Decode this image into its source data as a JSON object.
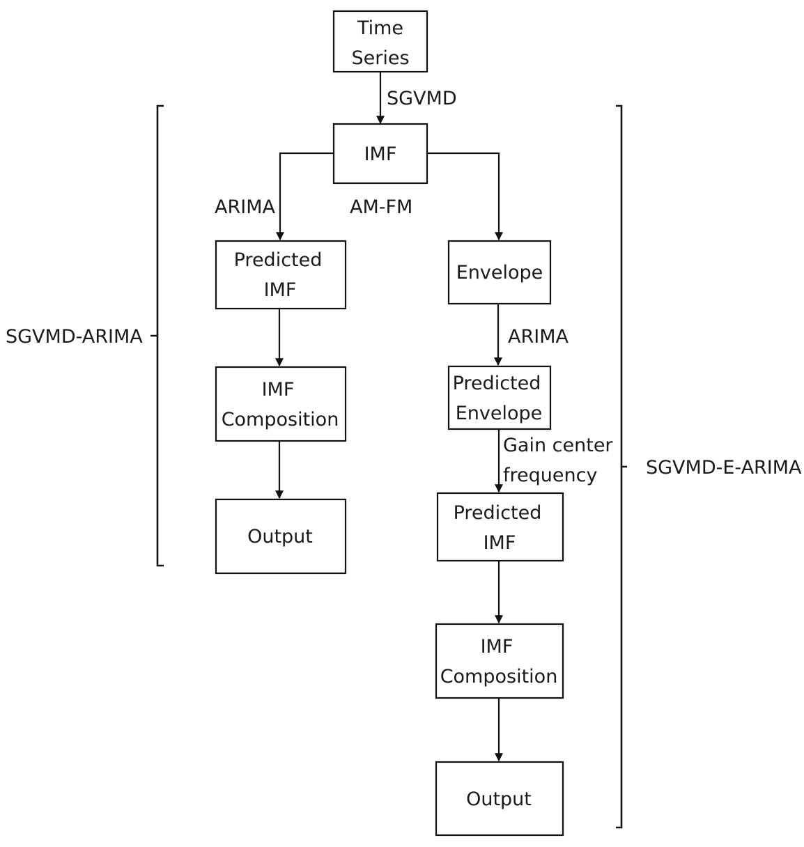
{
  "boxes": {
    "time_series": [
      "Time",
      "Series"
    ],
    "imf": [
      "IMF"
    ],
    "left_predicted_imf": [
      "Predicted",
      "IMF"
    ],
    "left_imf_composition": [
      "IMF",
      "Composition"
    ],
    "left_output": [
      "Output"
    ],
    "envelope": [
      "Envelope"
    ],
    "predicted_envelope": [
      "Predicted",
      "Envelope"
    ],
    "right_predicted_imf": [
      "Predicted",
      "IMF"
    ],
    "right_imf_composition": [
      "IMF",
      "Composition"
    ],
    "right_output": [
      "Output"
    ]
  },
  "labels": {
    "sgvmd": "SGVMD",
    "arima_left": "ARIMA",
    "am_fm": "AM-FM",
    "arima_right": "ARIMA",
    "gain_center_frequency": [
      "Gain center",
      "frequency"
    ],
    "bracket_left": "SGVMD-ARIMA",
    "bracket_right": "SGVMD-E-ARIMA"
  }
}
